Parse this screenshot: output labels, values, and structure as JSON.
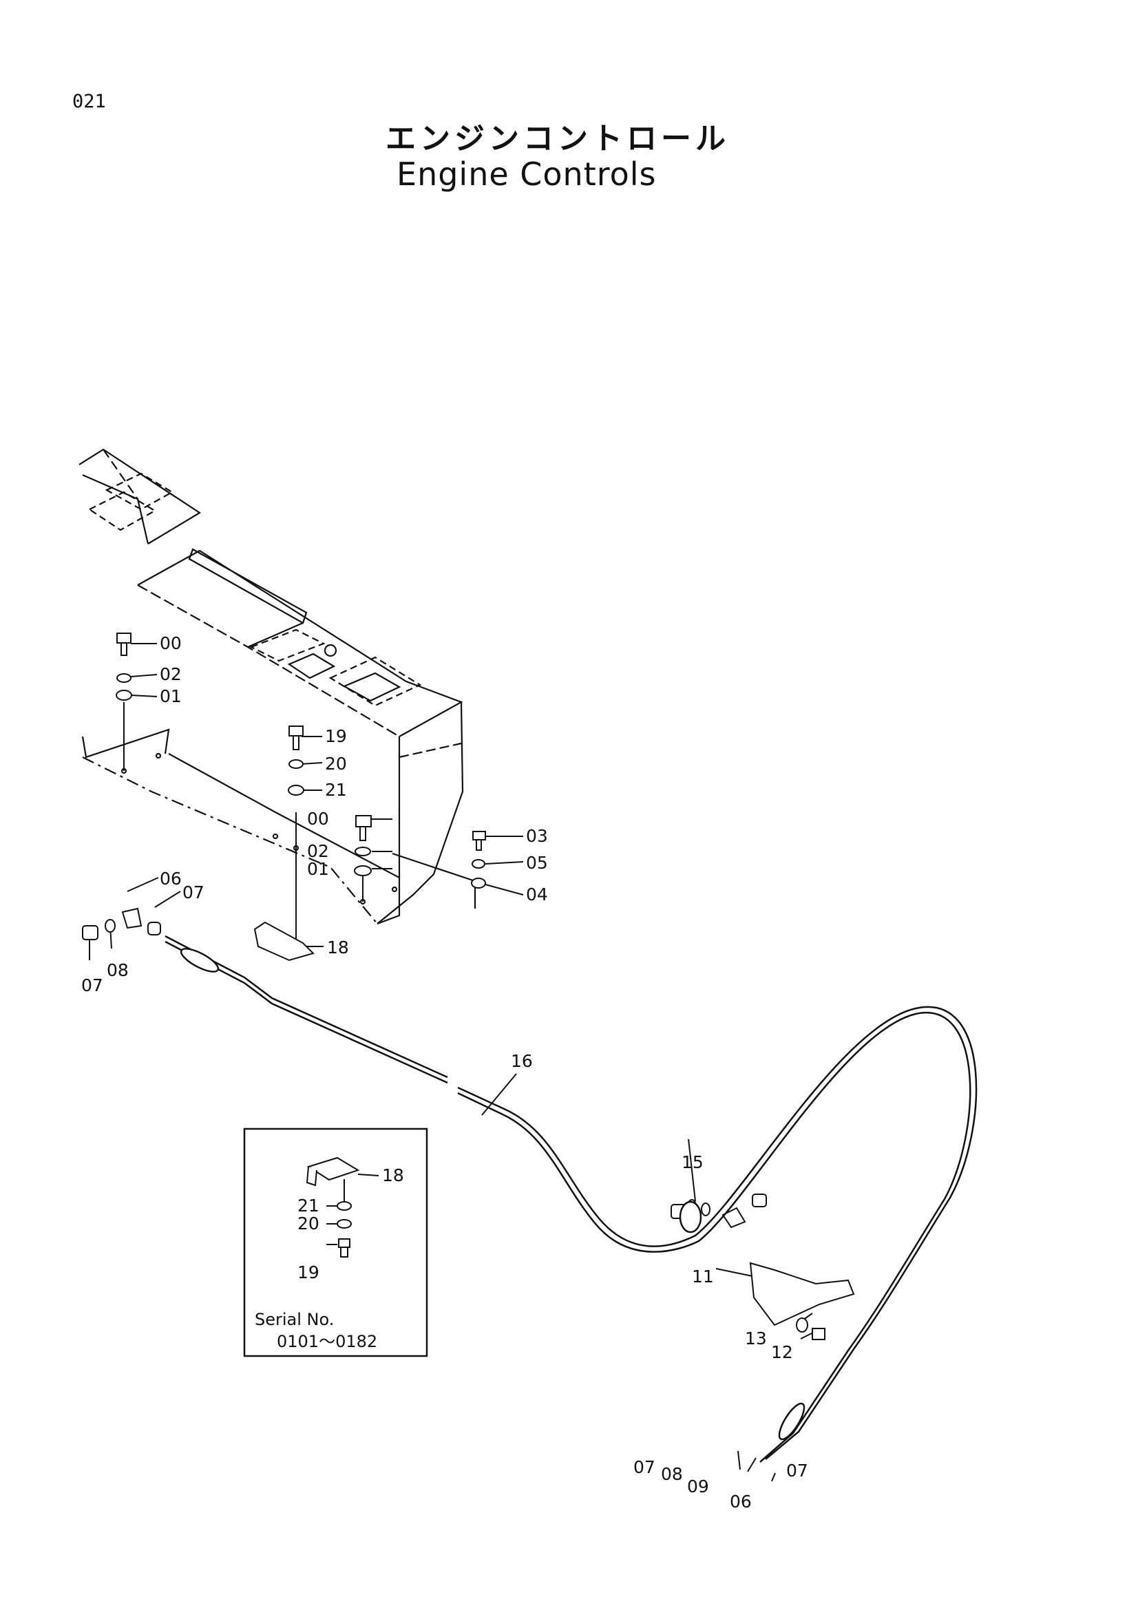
{
  "page_number": "021",
  "title_jp": "エンジンコントロール",
  "title_en": "Engine Controls",
  "inset": {
    "serial_label": "Serial  No.",
    "serial_range": "0101～0182",
    "labels": [
      "18",
      "21",
      "20",
      "19"
    ]
  },
  "part_labels": [
    "00",
    "02",
    "01",
    "19",
    "20",
    "21",
    "00",
    "02",
    "01",
    "03",
    "05",
    "04",
    "06",
    "07",
    "07",
    "08",
    "18",
    "16",
    "15",
    "11",
    "13",
    "12",
    "07",
    "08",
    "09",
    "06",
    "07"
  ]
}
